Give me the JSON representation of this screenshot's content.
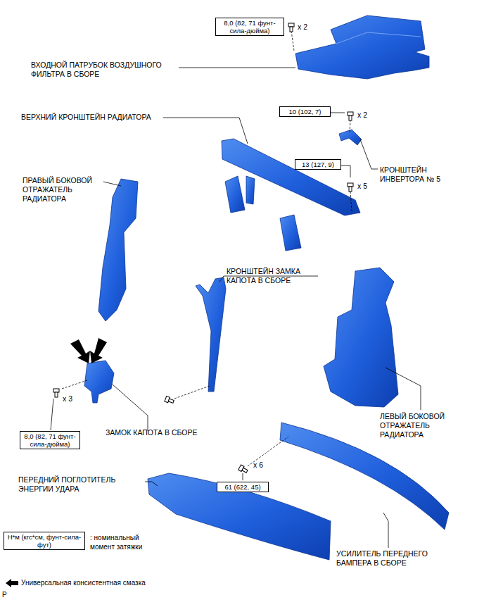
{
  "diagram": {
    "nodes": [
      {
        "text": [
          "8,0 (82, 71 фунт-сила-дюйма)"
        ]
      },
      {
        "text": [
          "10 (102, 7)"
        ]
      },
      {
        "text": [
          "13 (127, 9)"
        ]
      },
      {
        "text": [
          "8,0 (82, 71 фунт-сила-дюйма)"
        ]
      },
      {
        "text": [
          "61 (622, 45)"
        ]
      },
      {
        "text": [
          "Н*м (кгс*см, фунт-сила-фут)"
        ]
      }
    ],
    "labels": [
      "ВХОДНОЙ ПАТРУБОК ВОЗДУШНОГО ФИЛЬТРА В СБОРЕ",
      "ВЕРХНИЙ КРОНШТЕЙН РАДИАТОРА",
      "КРОНШТЕЙН ИНВЕРТОРА № 5",
      "ПРАВЫЙ БОКОВОЙ ОТРАЖАТЕЛЬ РАДИАТОРА",
      "КРОНШТЕЙН ЗАМКА КАПОТА В СБОРЕ",
      "ЛЕВЫЙ БОКОВОЙ ОТРАЖАТЕЛЬ РАДИАТОРА",
      "ЗАМОК КАПОТА В СБОРЕ",
      "ПЕРЕДНИЙ ПОГЛОТИТЕЛЬ ЭНЕРГИИ УДАРА",
      "УСИЛИТЕЛЬ ПЕРЕДНЕГО БАМПЕРА В СБОРЕ",
      "x 2",
      "x 2",
      "x 5",
      "x 3",
      "x 6",
      "P"
    ],
    "legend": [
      {
        "text": ": номинальный момент затяжки"
      },
      {
        "text": "Универсальная консистентная смазка"
      }
    ]
  }
}
